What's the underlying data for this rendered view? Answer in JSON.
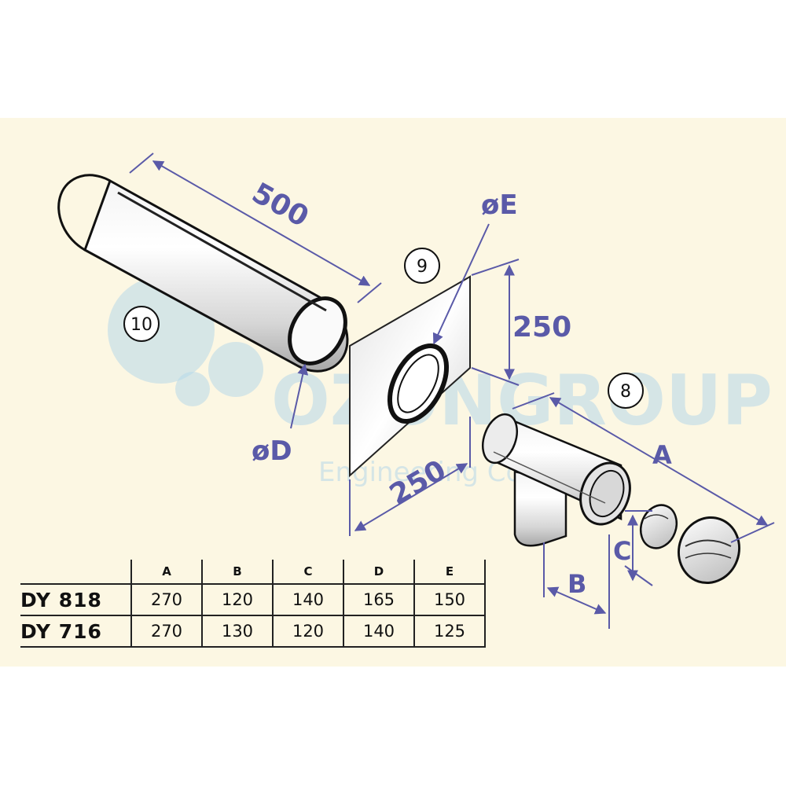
{
  "watermark": {
    "brand": "OZONGROUP",
    "tagline": "Engineering Company"
  },
  "callouts": {
    "pipe": "10",
    "plate": "9",
    "tee": "8"
  },
  "dimensions": {
    "pipe_length": "500",
    "plate_height": "250",
    "plate_width": "250",
    "pipe_diameter": "øD",
    "hole_diameter": "øE",
    "a": "A",
    "b": "B",
    "c": "C"
  },
  "table": {
    "headers": [
      "A",
      "B",
      "C",
      "D",
      "E"
    ],
    "rows": [
      {
        "model": "DY  818",
        "values": [
          "270",
          "120",
          "140",
          "165",
          "150"
        ]
      },
      {
        "model": "DY  716",
        "values": [
          "270",
          "130",
          "120",
          "140",
          "125"
        ]
      }
    ]
  },
  "colors": {
    "background": "#fcf7e3",
    "dimension_lines": "#5a5aa8",
    "watermark": "#b6d8ea"
  }
}
